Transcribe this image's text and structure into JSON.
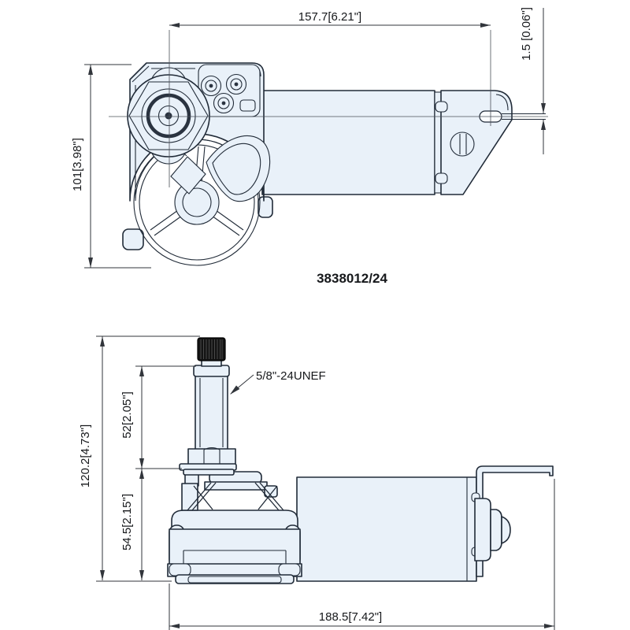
{
  "drawing": {
    "part_number": "3838012/24",
    "top_view": {
      "width_dim": "157.7[6.21\"]",
      "tab_dim": "1.5 [0.06\"]",
      "height_dim": "101[3.98\"]"
    },
    "side_view": {
      "overall_height_dim": "120.2[4.73\"]",
      "shaft_dim": "52[2.05\"]",
      "gearbox_dim": "54.5[2.15\"]",
      "length_dim": "188.5[7.42\"]",
      "thread_label": "5/8\"-24UNEF"
    },
    "colors": {
      "part_fill": "#e9f1f9",
      "outline": "#212b38",
      "dim": "#31353b",
      "ink": "#16181b",
      "nut_fill": "#141414"
    }
  }
}
